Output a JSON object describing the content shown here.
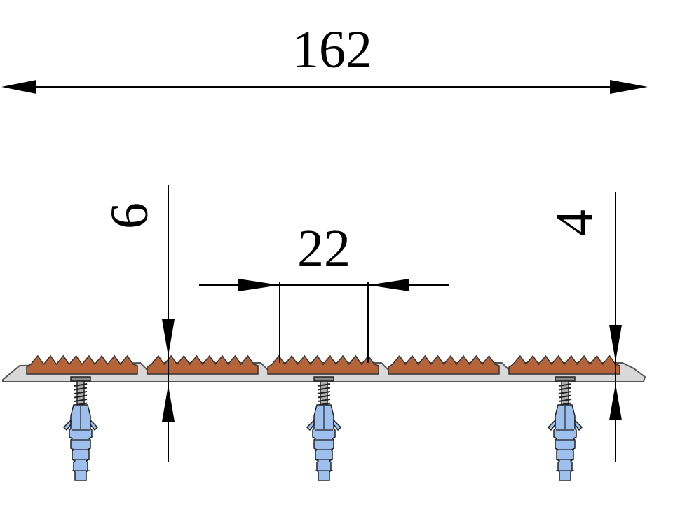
{
  "dimensions": {
    "overall_width": "162",
    "total_height": "6",
    "groove_spacing": "22",
    "insert_height": "4"
  },
  "colors": {
    "aluminum_profile": "#d9d9d9",
    "rubber_insert": "#b5643a",
    "dowel": "#9ec0ef",
    "screw": "#8a8a8a",
    "line": "#000000"
  },
  "components": {
    "insert_count": 5,
    "fastener_count": 3
  }
}
